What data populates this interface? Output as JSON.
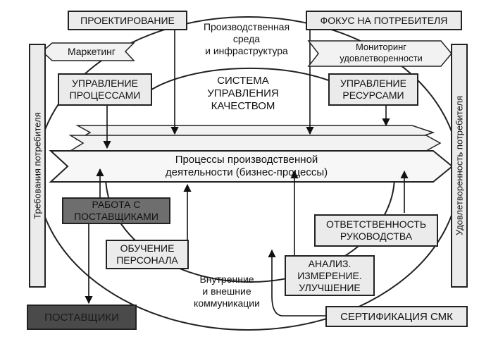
{
  "diagram": {
    "top_left_box": "ПРОЕКТИРОВАНИЕ",
    "top_right_box": "ФОКУС НА ПОТРЕБИТЕЛЯ",
    "environment": [
      "Производственная",
      "среда",
      "и инфраструктура"
    ],
    "marketing": "Маркетинг",
    "monitoring": [
      "Мониторинг",
      "удовлетворенности"
    ],
    "process_mgmt": [
      "УПРАВЛЕНИЕ",
      "ПРОЦЕССАМИ"
    ],
    "qms": [
      "СИСТЕМА",
      "УПРАВЛЕНИЯ",
      "КАЧЕСТВОМ"
    ],
    "resource_mgmt": [
      "УПРАВЛЕНИЕ",
      "РЕСУРСАМИ"
    ],
    "processes": [
      "Процессы производственной",
      "деятельности (бизнес-процессы)"
    ],
    "suppliers_work": [
      "РАБОТА С",
      "ПОСТАВЩИКАМИ"
    ],
    "responsibility": [
      "ОТВЕТСТВЕННОСТЬ",
      "РУКОВОДСТВА"
    ],
    "training": [
      "ОБУЧЕНИЕ",
      "ПЕРСОНАЛА"
    ],
    "analysis": [
      "АНАЛИЗ.",
      "ИЗМЕРЕНИЕ.",
      "УЛУЧШЕНИЕ"
    ],
    "communications": [
      "Внутренние",
      "и внешние",
      "коммуникации"
    ],
    "suppliers": "ПОСТАВЩИКИ",
    "certification": "СЕРТИФИКАЦИЯ СМК",
    "left_vertical": "Требования потребителя",
    "right_vertical": "Удовлетворенность потребителя"
  }
}
